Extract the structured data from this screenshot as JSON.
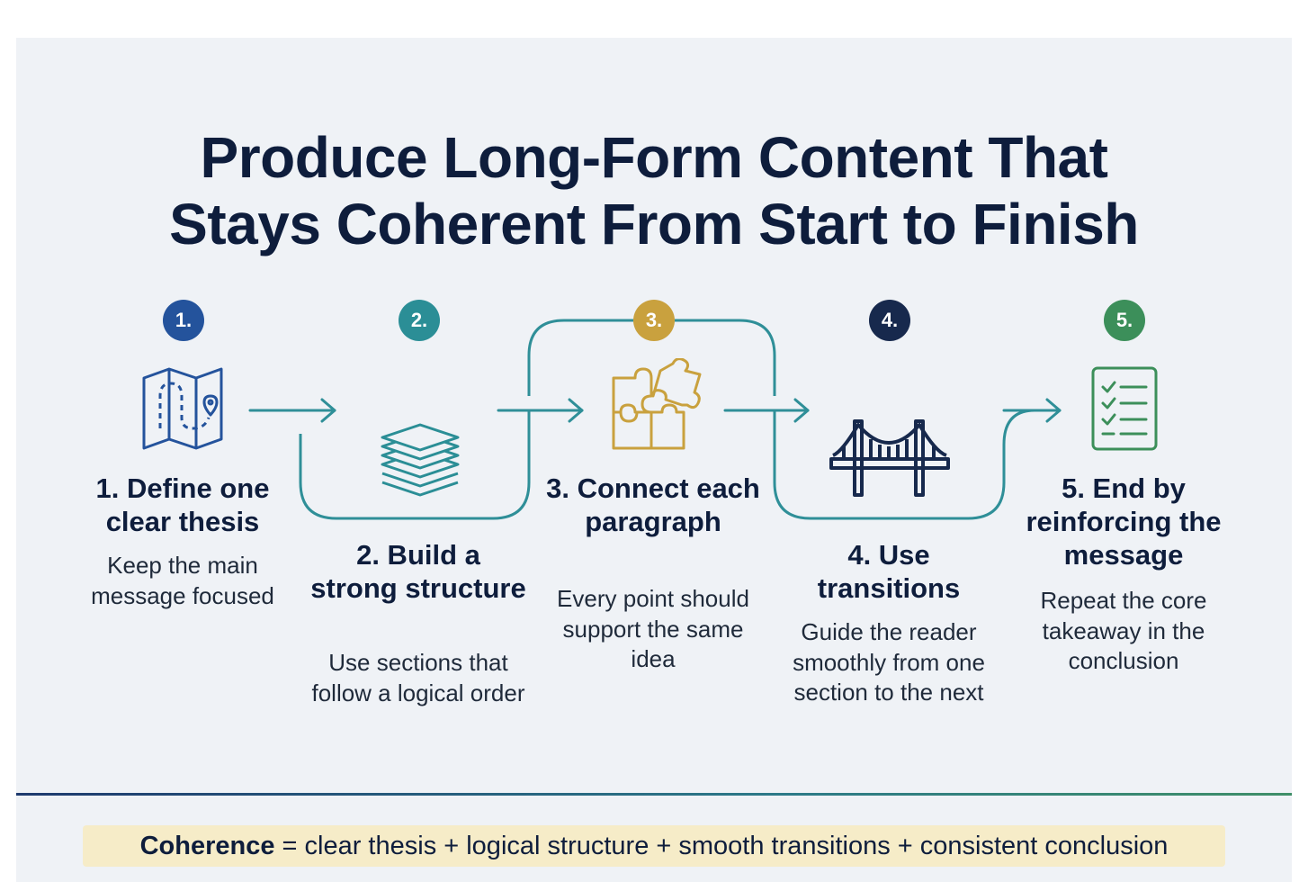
{
  "title": {
    "line1": "Produce Long-Form Content That",
    "line2": "Stays Coherent From Start to Finish"
  },
  "colors": {
    "step1": "#24539c",
    "step2": "#2b8e96",
    "step3": "#c9a13e",
    "step4": "#17294d",
    "step5": "#3c8f5a",
    "connector": "#2f8f98"
  },
  "steps": [
    {
      "badge": "1.",
      "icon": "map-icon",
      "title": "1. Define one clear thesis",
      "desc": "Keep the main message focused"
    },
    {
      "badge": "2.",
      "icon": "layers-icon",
      "title": "2. Build a strong structure",
      "desc": "Use sections that follow a logical order"
    },
    {
      "badge": "3.",
      "icon": "puzzle-icon",
      "title": "3. Connect each paragraph",
      "desc": "Every point should support the same idea"
    },
    {
      "badge": "4.",
      "icon": "bridge-icon",
      "title": "4. Use transitions",
      "desc": "Guide the reader smoothly from one section to the next"
    },
    {
      "badge": "5.",
      "icon": "checklist-icon",
      "title": "5. End by reinforcing the message",
      "desc": "Repeat the core takeaway in the conclusion"
    }
  ],
  "summary": {
    "bold": "Coherence",
    "rest": " = clear thesis + logical structure + smooth transitions + consistent conclusion"
  }
}
